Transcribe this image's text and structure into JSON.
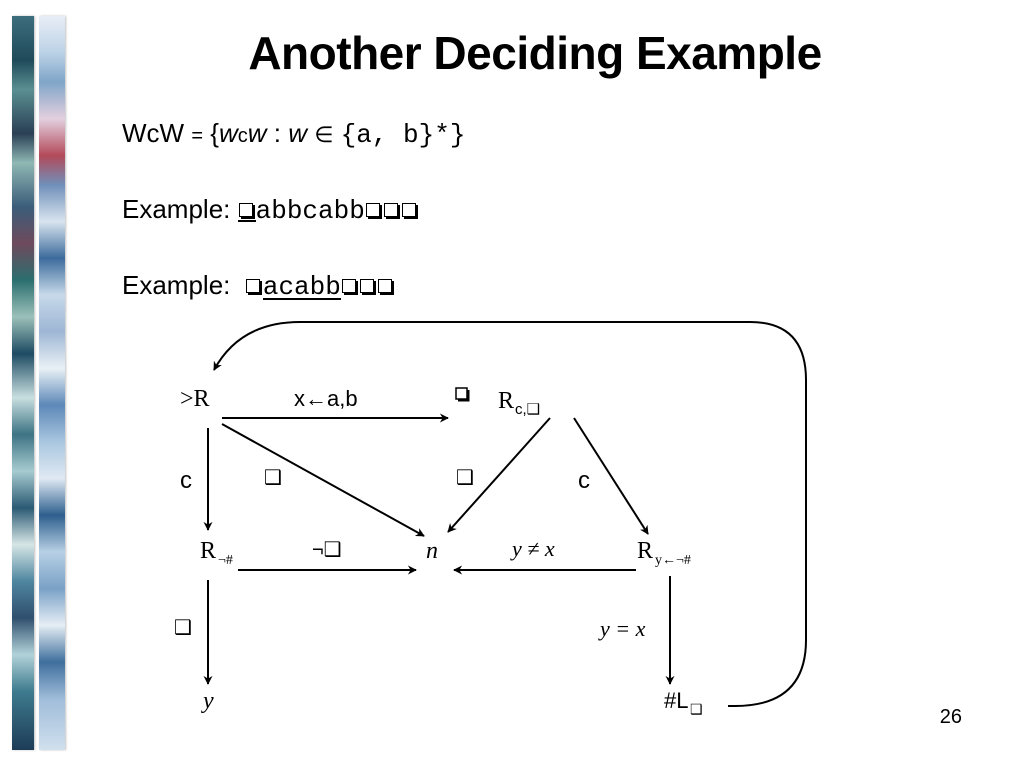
{
  "slide": {
    "title": "Another Deciding Example",
    "page_number": "26",
    "language_def": {
      "lhs": "WcW",
      "eq": "=",
      "open": "{",
      "w1": "w",
      "c": "c",
      "w2": "w",
      "colon": ":",
      "w3": "w",
      "in": "∈",
      "set": "{a, b}*}"
    },
    "example1": {
      "label": "Example:",
      "string": "abbcabb"
    },
    "example2": {
      "label": "Example:",
      "string": "acabb"
    }
  },
  "diagram": {
    "nodes": {
      "start": {
        "label": ">R"
      },
      "rc": {
        "label": "R",
        "sub": "c,❑"
      },
      "rnh": {
        "label": "R",
        "sub": "¬#"
      },
      "n": {
        "label": "n"
      },
      "ry": {
        "label": "R",
        "sub": "y←¬#"
      },
      "y": {
        "label": "y"
      },
      "lh": {
        "label": "#L",
        "sub": "❑"
      }
    },
    "edges": {
      "start_to_rc": {
        "label": "x←a,b"
      },
      "rc_blank": {
        "label": "❑"
      },
      "start_c": {
        "label": "c"
      },
      "start_to_n": {
        "label": "❑"
      },
      "rc_to_n": {
        "label": "❑"
      },
      "rc_to_ry": {
        "label": "c"
      },
      "rnh_to_n": {
        "label": "¬❑"
      },
      "ry_to_n": {
        "label": "y ≠ x"
      },
      "rnh_to_y": {
        "label": "❑"
      },
      "ry_to_lh": {
        "label": "y = x"
      }
    }
  }
}
